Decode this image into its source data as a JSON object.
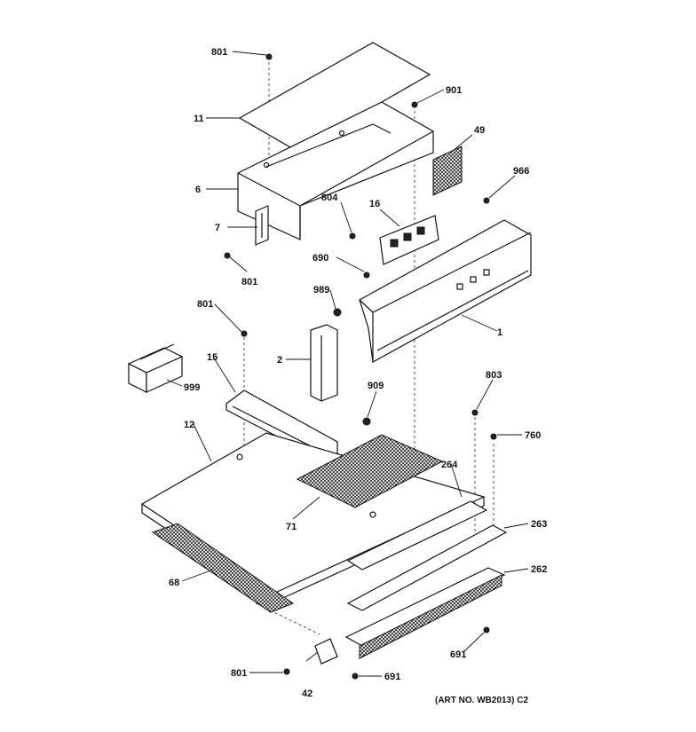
{
  "diagram": {
    "art_no": "(ART NO. WB2013) C2",
    "callouts": {
      "c801a": "801",
      "c11": "11",
      "c901": "901",
      "c49": "49",
      "c966": "966",
      "c6": "6",
      "c804": "804",
      "c16": "16",
      "c7": "7",
      "c801b": "801",
      "c690": "690",
      "c989": "989",
      "c801c": "801",
      "c1": "1",
      "c2": "2",
      "c15": "15",
      "c999": "999",
      "c909": "909",
      "c803": "803",
      "c760": "760",
      "c12": "12",
      "c264": "264",
      "c71": "71",
      "c263": "263",
      "c262": "262",
      "c68": "68",
      "c691a": "691",
      "c801d": "801",
      "c691b": "691",
      "c42": "42"
    }
  }
}
